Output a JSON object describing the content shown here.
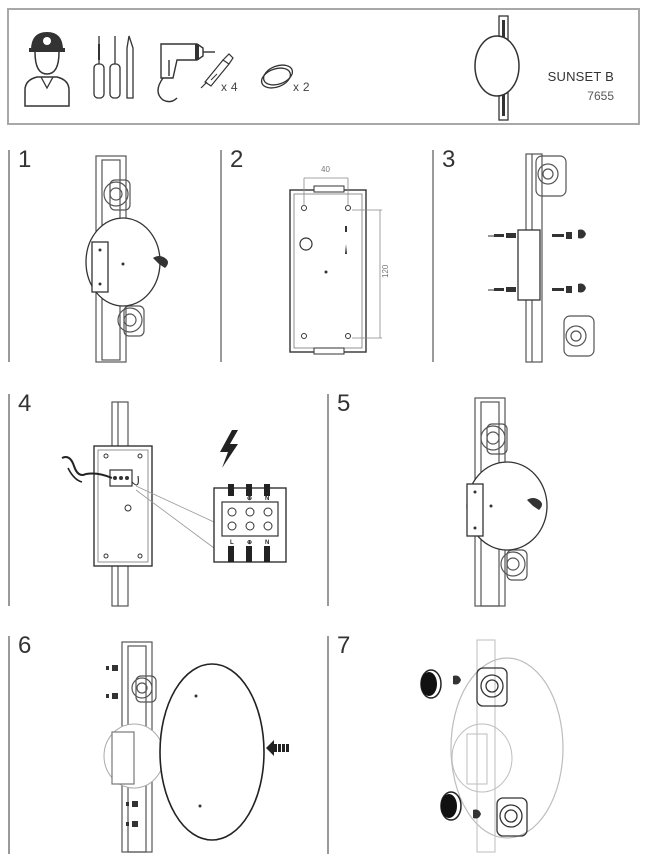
{
  "header": {
    "anchor_qty": "x 4",
    "cap_qty": "x 2",
    "product_name": "SUNSET B",
    "product_code": "7655",
    "tools": [
      "installer-person-icon",
      "screwdriver-icon",
      "drill-icon",
      "wall-anchor-icon",
      "screw-cap-icon"
    ]
  },
  "steps": [
    {
      "number": "1"
    },
    {
      "number": "2",
      "dim_width": "40",
      "dim_height": "120"
    },
    {
      "number": "3"
    },
    {
      "number": "4",
      "terminal_top": [
        "⊕",
        "N"
      ],
      "terminal_bottom": [
        "L",
        "⊕",
        "N"
      ]
    },
    {
      "number": "5"
    },
    {
      "number": "6"
    },
    {
      "number": "7"
    }
  ],
  "colors": {
    "frame": "#a8a8a8",
    "line": "#333333",
    "faded": "#bdbdbd"
  }
}
